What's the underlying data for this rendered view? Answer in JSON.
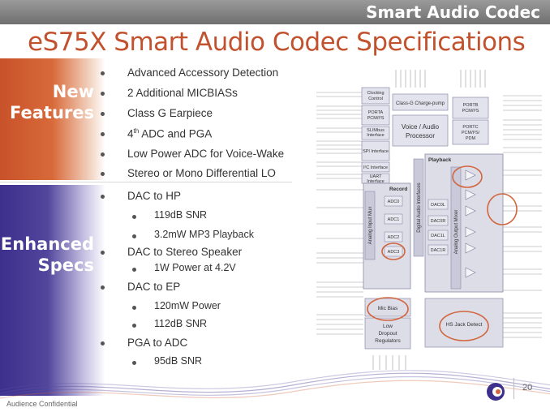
{
  "header": {
    "banner": "Smart Audio Codec",
    "title": "eS75X Smart Audio Codec Specifications"
  },
  "sections": {
    "new": {
      "label_line1": "New",
      "label_line2": "Features"
    },
    "enhanced": {
      "label_line1": "Enhanced",
      "label_line2": "Specs"
    }
  },
  "bullets": [
    "Advanced Accessory Detection",
    "2 Additional MICBIASs",
    "Class G Earpiece",
    "4th ADC and PGA",
    "Low Power ADC for Voice-Wake",
    "Stereo or Mono Differential LO",
    "DAC to HP",
    "119dB SNR",
    "3.2mW MP3 Playback",
    "DAC to Stereo Speaker",
    "1W Power at 4.2V",
    "DAC to EP",
    "120mW Power",
    "112dB SNR",
    "PGA to ADC",
    "95dB SNR"
  ],
  "diagram": {
    "blocks": [
      "Clocking Control",
      "Class-G Charge-pump",
      "PORTA PCM/I²S",
      "PORTB PCM/I²S",
      "SLIMbus Interface",
      "Voice / Audio Processor",
      "PORTC PCM/I²S/ PDM",
      "SPI Interface",
      "I²C Interface",
      "UART Interface",
      "Playback",
      "Record",
      "ADC0",
      "ADC1",
      "ADC2",
      "ADC3",
      "DACOL",
      "DACOR",
      "DAC1L",
      "DAC1R",
      "Mic Bias",
      "Low Dropout Regulators",
      "HS Jack Detect",
      "Analog Input Mux",
      "Digital Audio Interfaces",
      "Analog Output Mixer"
    ],
    "accent": "#d2663f"
  },
  "footer": {
    "text": "Audience Confidential",
    "page": "20"
  }
}
